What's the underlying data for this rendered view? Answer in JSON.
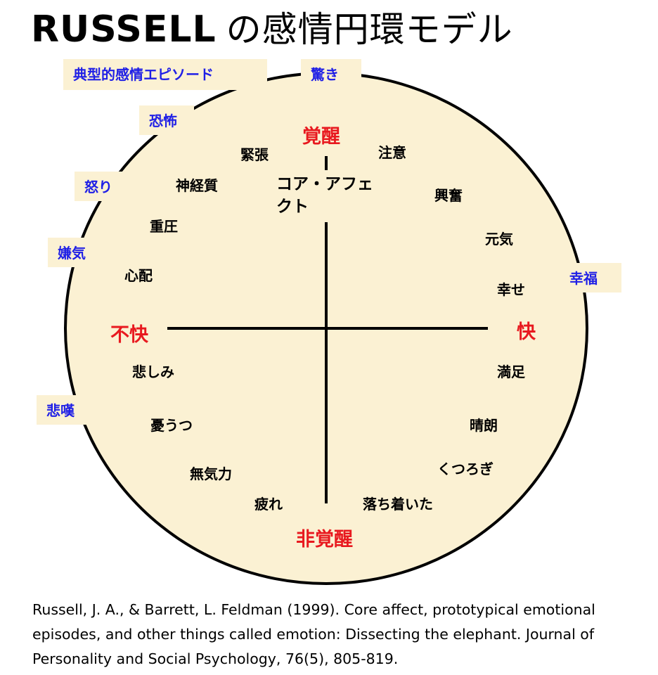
{
  "title": {
    "main": "RUSSELL",
    "sub": "の感情円環モデル"
  },
  "core_affect": "コア・アフェクト",
  "poles": {
    "top": "覚醒",
    "bottom": "非覚醒",
    "left": "不快",
    "right": "快"
  },
  "emotions": {
    "kinpaku": "緊張",
    "chui": "注意",
    "shinkeishitsu": "神経質",
    "kofun": "興奮",
    "juatsu": "重圧",
    "genki": "元気",
    "shinpai": "心配",
    "shiawase": "幸せ",
    "kanashimi": "悲しみ",
    "manzoku": "満足",
    "yuutsu": "憂うつ",
    "seiro": "晴朗",
    "murikiryoku": "無気力",
    "kutsurogi": "くつろぎ",
    "tsukare": "疲れ",
    "ochitsuki": "落ち着いた"
  },
  "prototypes": {
    "header": "典型的感情エピソード",
    "odoroki": "驚き",
    "kyofu": "恐怖",
    "ikari": "怒り",
    "keno": "嫌気",
    "kofuku": "幸福",
    "hitan": "悲嘆"
  },
  "citation": "Russell, J. A., & Barrett, L. Feldman (1999). Core affect, prototypical emotional episodes, and other things called emotion: Dissecting the elephant. Journal of Personality and Social Psychology, 76(5), 805-819.",
  "colors": {
    "circle_fill": "#fbf1d3",
    "pole_text": "#e8191f",
    "prototype_text": "#1f1fe6",
    "outline": "#000000"
  }
}
